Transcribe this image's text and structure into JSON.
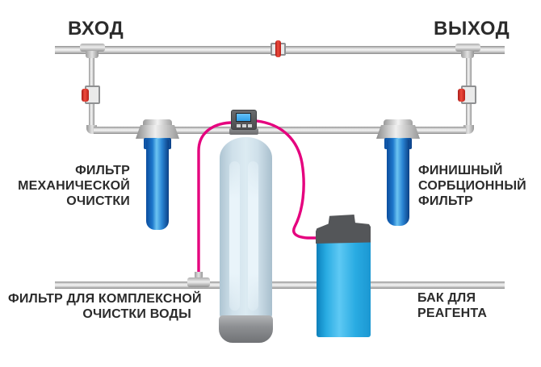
{
  "diagram": {
    "labels": {
      "inlet": "ВХОД",
      "outlet": "ВЫХОД",
      "mechanical_filter": {
        "line1": "ФИЛЬТР",
        "line2": "МЕХАНИЧЕСКОЙ",
        "line3": "ОЧИСТКИ"
      },
      "finishing_filter": {
        "line1": "ФИНИШНЫЙ",
        "line2": "СОРБЦИОННЫЙ",
        "line3": "ФИЛЬТР"
      },
      "complex_filter": {
        "line1": "ФИЛЬТР ДЛЯ КОМПЛЕКСНОЙ",
        "line2": "ОЧИСТКИ ВОДЫ"
      },
      "reagent_tank": {
        "line1": "БАК ДЛЯ",
        "line2": "РЕАГЕНТА"
      }
    },
    "colors": {
      "tube_pink": "#e5007e",
      "valve_red": "#e8312a",
      "filter_blue": "#1e78cc",
      "tank_blue": "#cfe0ea",
      "reagent_blue": "#29abe2",
      "lid_gray": "#545659",
      "pipe_gray": "#c9c9c9",
      "text": "#2b2b2b"
    }
  }
}
